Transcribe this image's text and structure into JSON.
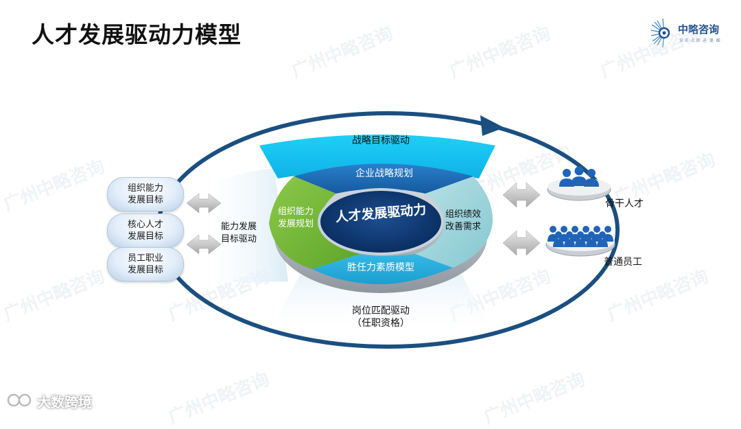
{
  "title": "人才发展驱动力模型",
  "logo": {
    "name": "中略咨询",
    "tagline": "采讯·点滴·进·谨·细"
  },
  "watermark": {
    "text": "广州中略咨询",
    "bottom_text": "大数跨境"
  },
  "center": "人才发展驱动力",
  "top_band": "战略目标驱动",
  "bottom_band": {
    "line1": "岗位匹配驱动",
    "line2": "（任职资格）"
  },
  "left_band": {
    "line1": "能力发展",
    "line2": "目标驱动"
  },
  "segments": {
    "top": "企业战略规划",
    "left": {
      "line1": "组织能力",
      "line2": "发展规划"
    },
    "right": {
      "line1": "组织绩效",
      "line2": "改善需求"
    },
    "bottom": "胜任力素质模型"
  },
  "left_goals": [
    {
      "line1": "组织能力",
      "line2": "发展目标"
    },
    {
      "line1": "核心人才",
      "line2": "发展目标"
    },
    {
      "line1": "员工职业",
      "line2": "发展目标"
    }
  ],
  "right_groups": [
    {
      "label": "骨干人才",
      "icon": "leader-group-icon"
    },
    {
      "label": "普通员工",
      "icon": "staff-group-icon"
    }
  ],
  "colors": {
    "cyan_band": "#19c2f0",
    "blue_segment": "#1f6fc2",
    "green_segment": "#7dbf3c",
    "teal_segment": "#9ad3dc",
    "teal_light": "#3eb4d8",
    "navy_center": "#0d3a78",
    "orbit": "#1a4f80"
  }
}
